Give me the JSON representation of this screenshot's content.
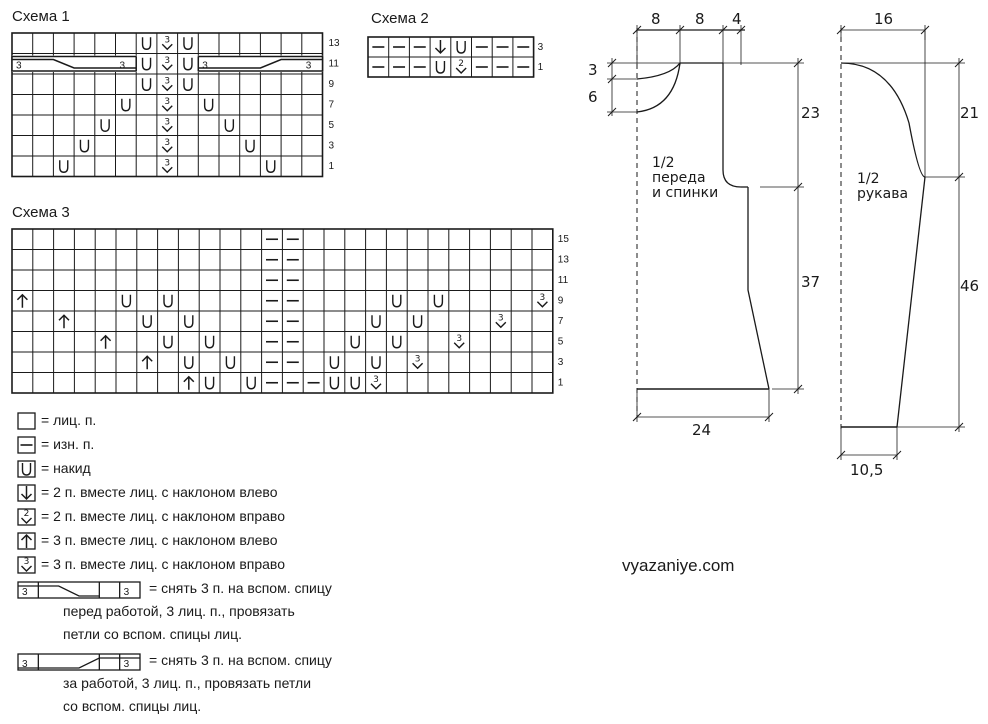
{
  "scheme1": {
    "title": "Схема 1",
    "row_numbers": [
      "13",
      "11",
      "9",
      "7",
      "5",
      "3",
      "1"
    ],
    "cable_label": "3"
  },
  "scheme2": {
    "title": "Схема 2",
    "row_numbers": [
      "3",
      "1"
    ],
    "dec_label": "2"
  },
  "scheme3": {
    "title": "Схема 3",
    "row_numbers": [
      "15",
      "13",
      "11",
      "9",
      "7",
      "5",
      "3",
      "1"
    ],
    "dec_label": "3"
  },
  "legend": [
    {
      "symbol": "empty",
      "text": "= лиц. п."
    },
    {
      "symbol": "purl",
      "text": "= изн. п."
    },
    {
      "symbol": "yo",
      "text": "= накид"
    },
    {
      "symbol": "k2tog-left",
      "text": "= 2 п. вместе лиц. с наклоном влево"
    },
    {
      "symbol": "k2tog-right",
      "text": "= 2 п. вместе лиц. с наклоном вправо"
    },
    {
      "symbol": "k3tog-left",
      "text": "= 3 п. вместе лиц. с наклоном влево"
    },
    {
      "symbol": "k3tog-right",
      "text": "= 3 п. вместе лиц. с наклоном вправо"
    }
  ],
  "cable_front": {
    "line1": "= снять 3 п. на вспом. спицу",
    "line2": "перед работой, 3 лиц. п., провязать",
    "line3": "петли со вспом. спицы лиц."
  },
  "cable_back": {
    "line1": "= снять 3 п. на вспом. спицу",
    "line2": "за работой, 3 лиц. п., провязать петли",
    "line3": "со вспом. спицы лиц."
  },
  "body_pattern": {
    "dims_top": [
      "8",
      "8",
      "4"
    ],
    "dims_left": [
      "3",
      "6"
    ],
    "dims_right": [
      "23",
      "37"
    ],
    "dim_bottom": "24",
    "label": [
      "1/2",
      "переда",
      "и спинки"
    ]
  },
  "sleeve_pattern": {
    "dim_top": "16",
    "dims_right": [
      "21",
      "46"
    ],
    "dim_bottom": "10,5",
    "label": [
      "1/2",
      "рукава"
    ]
  },
  "site": "vyazaniye.com"
}
